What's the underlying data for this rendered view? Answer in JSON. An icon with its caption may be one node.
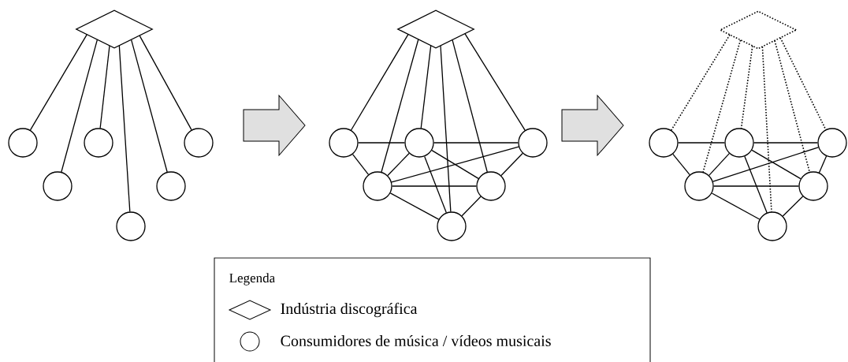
{
  "diagram": {
    "nodes": [
      {
        "text": [],
        "shape": "group"
      },
      {
        "text": [],
        "shape": "diamond",
        "in": 0
      },
      {
        "text": [],
        "shape": "circle",
        "in": 0
      },
      {
        "text": [],
        "shape": "circle",
        "in": 0
      },
      {
        "text": [],
        "shape": "circle",
        "in": 0
      },
      {
        "text": [],
        "shape": "circle",
        "in": 0
      },
      {
        "text": [],
        "shape": "circle",
        "in": 0
      },
      {
        "text": [],
        "shape": "circle",
        "in": 0
      },
      {
        "text": [],
        "shape": "group"
      },
      {
        "text": [],
        "shape": "diamond",
        "in": 8
      },
      {
        "text": [],
        "shape": "circle",
        "in": 8
      },
      {
        "text": [],
        "shape": "circle",
        "in": 8
      },
      {
        "text": [],
        "shape": "circle",
        "in": 8
      },
      {
        "text": [],
        "shape": "circle",
        "in": 8
      },
      {
        "text": [],
        "shape": "circle",
        "in": 8
      },
      {
        "text": [],
        "shape": "circle",
        "in": 8
      },
      {
        "text": [],
        "shape": "group"
      },
      {
        "text": [],
        "shape": "diamond",
        "in": 16
      },
      {
        "text": [],
        "shape": "circle",
        "in": 16
      },
      {
        "text": [],
        "shape": "circle",
        "in": 16
      },
      {
        "text": [],
        "shape": "circle",
        "in": 16
      },
      {
        "text": [],
        "shape": "circle",
        "in": 16
      },
      {
        "text": [],
        "shape": "circle",
        "in": 16
      },
      {
        "text": [],
        "shape": "circle",
        "in": 16
      }
    ],
    "edges": [
      {
        "from": 0,
        "to": 8,
        "arrow": "to"
      },
      {
        "from": 8,
        "to": 16,
        "arrow": "to"
      },
      {
        "from": 1,
        "to": 2,
        "arrow": "none"
      },
      {
        "from": 1,
        "to": 5,
        "arrow": "none"
      },
      {
        "from": 1,
        "to": 3,
        "arrow": "none"
      },
      {
        "from": 1,
        "to": 7,
        "arrow": "none"
      },
      {
        "from": 1,
        "to": 6,
        "arrow": "none"
      },
      {
        "from": 1,
        "to": 4,
        "arrow": "none"
      },
      {
        "from": 9,
        "to": 10,
        "arrow": "none"
      },
      {
        "from": 9,
        "to": 13,
        "arrow": "none"
      },
      {
        "from": 9,
        "to": 11,
        "arrow": "none"
      },
      {
        "from": 9,
        "to": 15,
        "arrow": "none"
      },
      {
        "from": 9,
        "to": 14,
        "arrow": "none"
      },
      {
        "from": 9,
        "to": 12,
        "arrow": "none"
      },
      {
        "from": 10,
        "to": 11,
        "arrow": "none"
      },
      {
        "from": 10,
        "to": 13,
        "arrow": "none"
      },
      {
        "from": 11,
        "to": 12,
        "arrow": "none"
      },
      {
        "from": 11,
        "to": 13,
        "arrow": "none"
      },
      {
        "from": 11,
        "to": 14,
        "arrow": "none"
      },
      {
        "from": 11,
        "to": 15,
        "arrow": "none"
      },
      {
        "from": 13,
        "to": 12,
        "arrow": "none"
      },
      {
        "from": 13,
        "to": 14,
        "arrow": "none"
      },
      {
        "from": 13,
        "to": 15,
        "arrow": "none"
      },
      {
        "from": 12,
        "to": 14,
        "arrow": "none"
      },
      {
        "from": 14,
        "to": 15,
        "arrow": "none"
      },
      {
        "from": 17,
        "to": 18,
        "arrow": "none",
        "style": "dashed"
      },
      {
        "from": 17,
        "to": 21,
        "arrow": "none",
        "style": "dashed"
      },
      {
        "from": 17,
        "to": 19,
        "arrow": "none",
        "style": "dashed"
      },
      {
        "from": 17,
        "to": 23,
        "arrow": "none",
        "style": "dashed"
      },
      {
        "from": 17,
        "to": 22,
        "arrow": "none",
        "style": "dashed"
      },
      {
        "from": 17,
        "to": 20,
        "arrow": "none",
        "style": "dashed"
      },
      {
        "from": 18,
        "to": 19,
        "arrow": "none"
      },
      {
        "from": 18,
        "to": 21,
        "arrow": "none"
      },
      {
        "from": 19,
        "to": 20,
        "arrow": "none"
      },
      {
        "from": 19,
        "to": 21,
        "arrow": "none"
      },
      {
        "from": 19,
        "to": 22,
        "arrow": "none"
      },
      {
        "from": 19,
        "to": 23,
        "arrow": "none"
      },
      {
        "from": 21,
        "to": 20,
        "arrow": "none"
      },
      {
        "from": 21,
        "to": 22,
        "arrow": "none"
      },
      {
        "from": 21,
        "to": 23,
        "arrow": "none"
      },
      {
        "from": 20,
        "to": 22,
        "arrow": "none"
      },
      {
        "from": 22,
        "to": 23,
        "arrow": "none"
      }
    ],
    "labels": [
      "Legenda"
    ],
    "legend": [
      {
        "text": "Indústria discográfica"
      },
      {
        "text": "Consumidores de música / vídeos musicais"
      }
    ]
  }
}
